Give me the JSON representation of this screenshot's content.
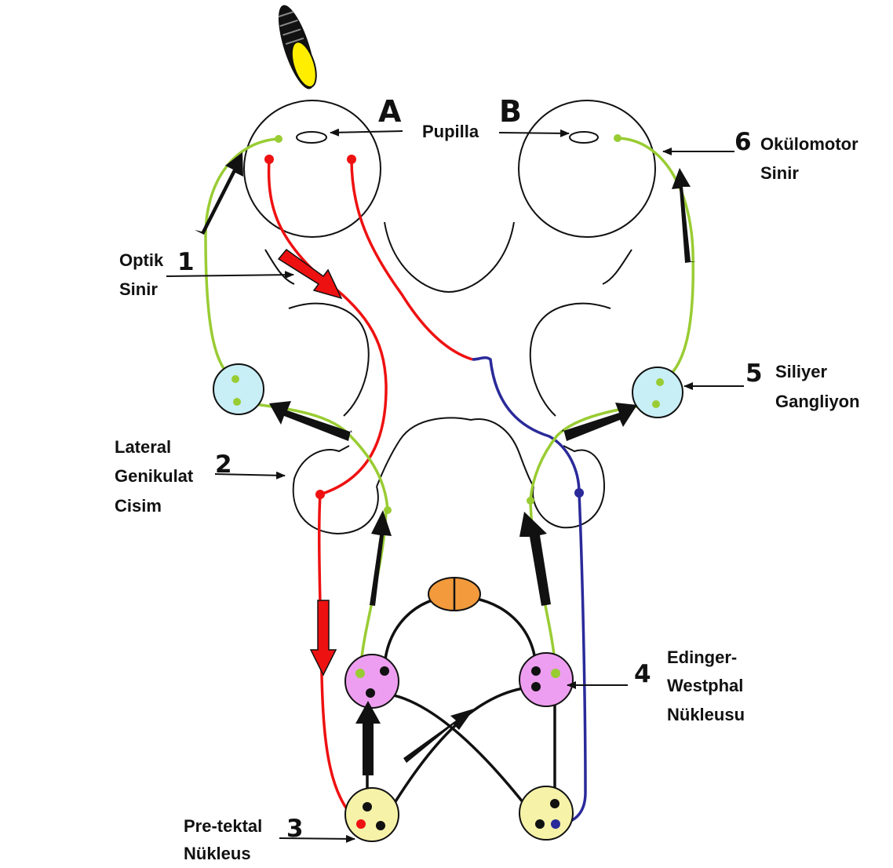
{
  "side_labels": {
    "left": "A",
    "right": "B"
  },
  "labels": {
    "pupilla": "Pupilla",
    "optik_line1": "Optik",
    "optik_line2": "Sinir",
    "lateral_line1": "Lateral",
    "lateral_line2": "Genikulat",
    "lateral_line3": "Cisim",
    "pretektal_line1": "Pre-tektal",
    "pretektal_line2": "Nükleus",
    "edinger_line1": "Edinger-",
    "edinger_line2": "Westphal",
    "edinger_line3": "Nükleusu",
    "siliyer_line1": "Siliyer",
    "siliyer_line2": "Gangliyon",
    "okulomotor_line1": "Okülomotor",
    "okulomotor_line2": "Sinir"
  },
  "numbers": {
    "n1": "1",
    "n2": "2",
    "n3": "3",
    "n4": "4",
    "n5": "5",
    "n6": "6"
  },
  "colors": {
    "outline": "#111111",
    "optic_pathway_left": "#ee1111",
    "optic_pathway_crossed": "#2a2a9a",
    "parasympathetic": "#99cc33",
    "ganglion_fill": "#c8eef6",
    "edinger_fill": "#ee9ef0",
    "pretectal_fill": "#f6f2a8",
    "interneuron_fill": "#f29a3c",
    "light_source": "#ffee00"
  },
  "icons": {
    "light_source": "flashlight-icon",
    "pupil": "pupil-ellipse-icon"
  }
}
